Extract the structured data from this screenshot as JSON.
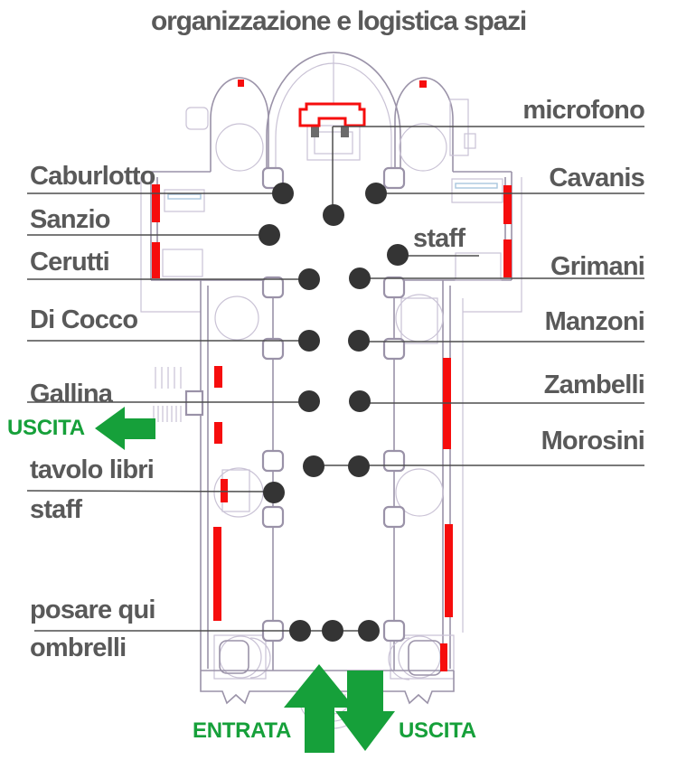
{
  "title": "organizzazione e logistica spazi",
  "colors": {
    "label": "#595959",
    "green": "#16a03a",
    "red": "#f60d0d",
    "dot": "#343434",
    "leader": "#4d4d4d",
    "plan": "#9a92a8",
    "plan_faint": "#c9c2d5",
    "plan_blue": "#a9c6de"
  },
  "labels": {
    "caburlotto": "Caburlotto",
    "sanzio": "Sanzio",
    "cerutti": "Cerutti",
    "di_cocco": "Di Cocco",
    "gallina": "Gallina",
    "uscita_left": "USCITA",
    "tavolo_libri": "tavolo libri",
    "staff_left": "staff",
    "posare_qui": "posare qui",
    "ombrelli": "ombrelli",
    "microfono": "microfono",
    "cavanis": "Cavanis",
    "staff_right": "staff",
    "grimani": "Grimani",
    "manzoni": "Manzoni",
    "zambelli": "Zambelli",
    "morosini": "Morosini",
    "entrata": "ENTRATA",
    "uscita_bottom": "USCITA"
  }
}
